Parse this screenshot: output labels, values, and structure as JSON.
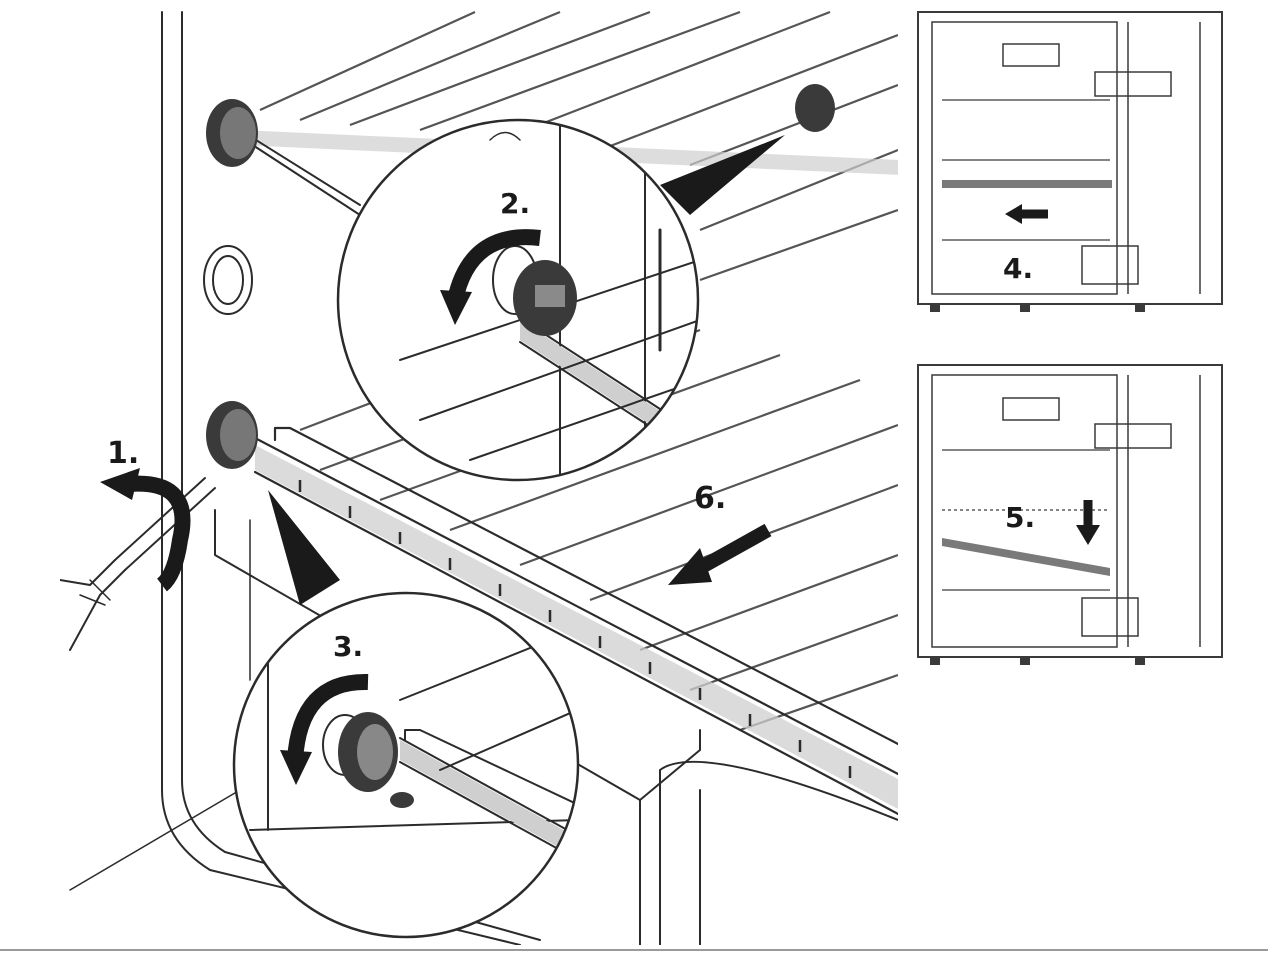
{
  "steps": {
    "s1": "1.",
    "s2": "2.",
    "s3": "3.",
    "s4": "4.",
    "s5": "5.",
    "s6": "6."
  },
  "icons": {
    "rotate_arrow": "curved-arrow-icon",
    "straight_arrow": "straight-arrow-icon",
    "screwdriver": "screwdriver-icon",
    "shelf_clip": "shelf-clip-icon"
  },
  "colors": {
    "line": "#2b2b2b",
    "shelf_grey": "#cfcfcf",
    "clip_dark": "#3a3a3a",
    "background": "#ffffff"
  }
}
